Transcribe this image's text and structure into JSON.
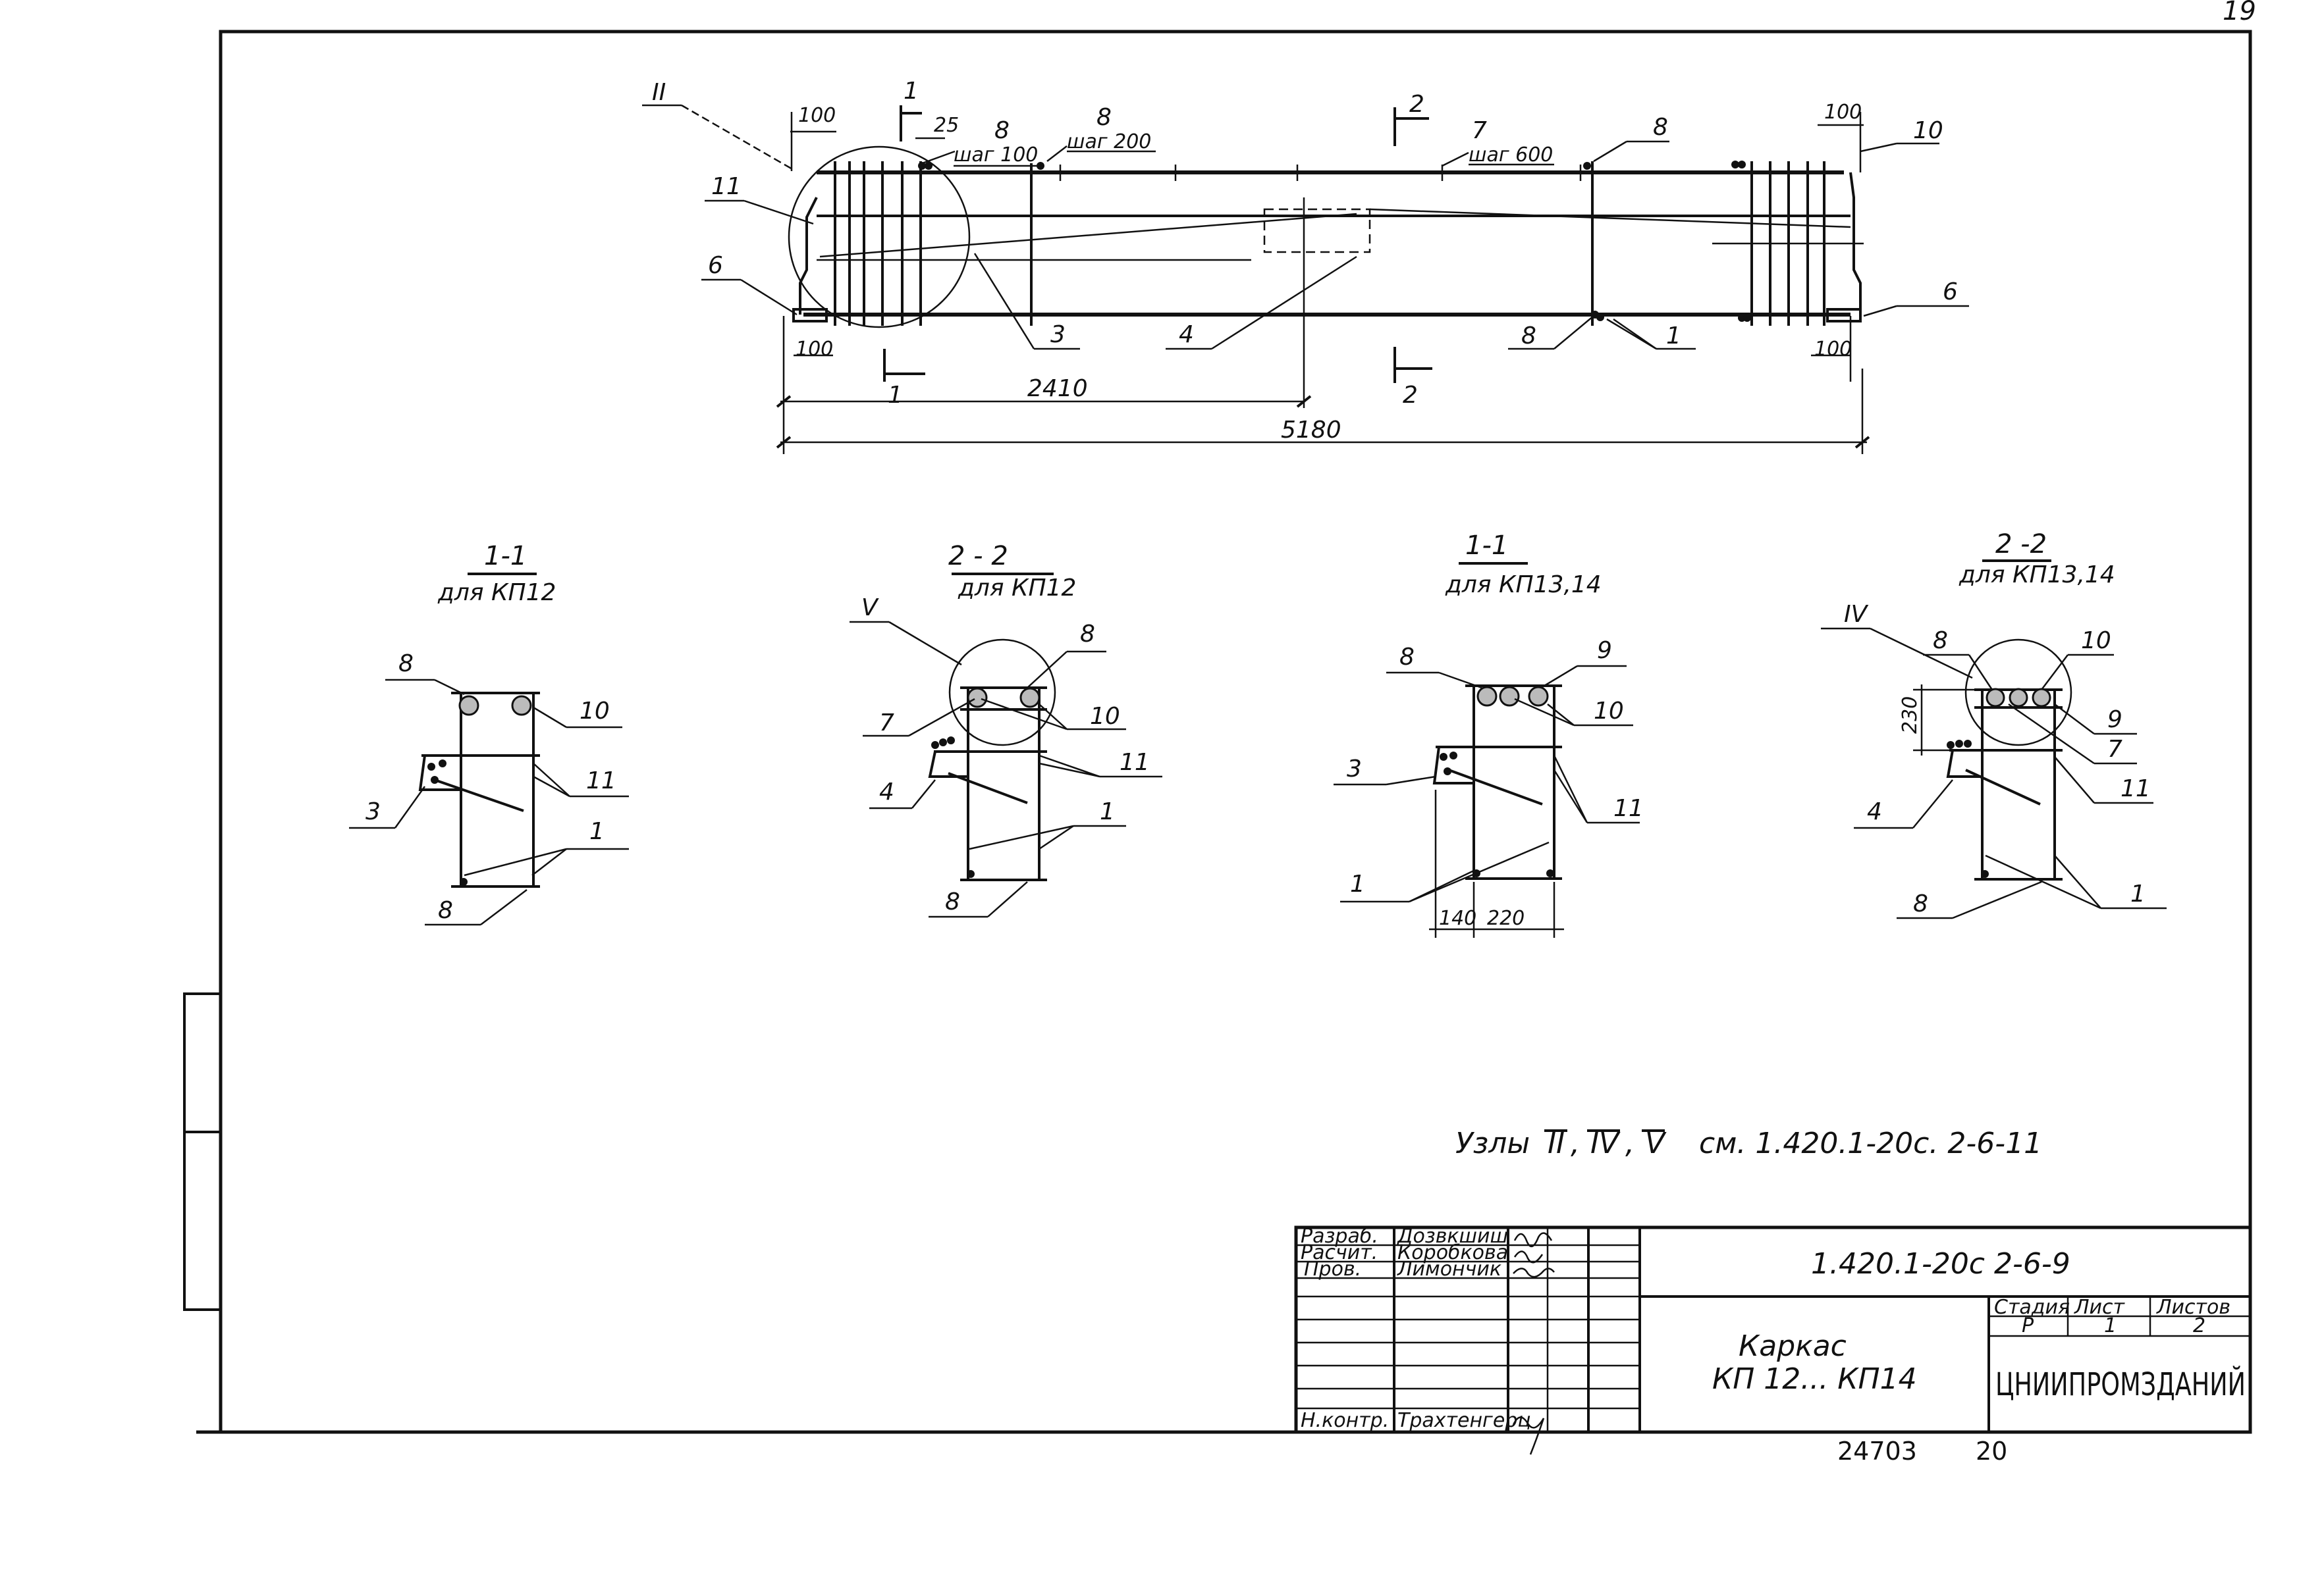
{
  "page_number": "19",
  "main_view": {
    "callouts": {
      "node_ii": "II",
      "c1": "1",
      "c8a": "8",
      "c8b": "8",
      "c7": "7",
      "c8c": "8",
      "c10": "10",
      "c11": "11",
      "c6L": "6",
      "c6R": "6",
      "c3": "3",
      "c4": "4",
      "c8d": "8",
      "c1b": "1"
    },
    "section_marks": {
      "s1_top": "1",
      "s1_bottom": "1",
      "s2_top": "2",
      "s2_bottom": "2"
    },
    "pitch_labels": {
      "p100": "шаг 100",
      "p200": "шаг 200",
      "p600": "шаг 600"
    },
    "dims": {
      "d100_tl": "100",
      "d25": "25",
      "d100_tr": "100",
      "d100_bl": "100",
      "d100_br": "100",
      "d2410": "2410",
      "d5180": "5180"
    }
  },
  "sections": [
    {
      "title": "1-1",
      "subtitle": "для КП12",
      "labels": [
        "8",
        "10",
        "11",
        "3",
        "1",
        "8"
      ]
    },
    {
      "title": "2 - 2",
      "subtitle": "для КП12",
      "node": "V",
      "labels": [
        "8",
        "7",
        "10",
        "11",
        "4",
        "1",
        "8"
      ]
    },
    {
      "title": "1-1",
      "subtitle": "для КП13,14",
      "labels": [
        "8",
        "9",
        "10",
        "3",
        "11",
        "1"
      ],
      "dims": [
        "140",
        "220"
      ]
    },
    {
      "title": "2 -2",
      "subtitle": "для КП13,14",
      "node": "IV",
      "labels": [
        "8",
        "10",
        "9",
        "7",
        "11",
        "4",
        "8",
        "1"
      ],
      "dims": [
        "230"
      ]
    }
  ],
  "note": {
    "prefix": "Узлы",
    "n1": "II",
    "sep1": ",",
    "n2": "IV",
    "sep2": ",",
    "n3": "V",
    "suffix": "см. 1.420.1-20с. 2-6-11"
  },
  "title_block": {
    "code": "1.420.1-20с 2-6-9",
    "rows": [
      {
        "role": "Разраб.",
        "name": "Дозвкшиш"
      },
      {
        "role": "Расчит.",
        "name": "Коробкова"
      },
      {
        "role": "Пров.",
        "name": "Лимончик"
      },
      {
        "role": "",
        "name": ""
      },
      {
        "role": "",
        "name": ""
      },
      {
        "role": "Н.контр.",
        "name": "Трахтенгерц"
      }
    ],
    "title_line1": "Каркас",
    "title_line2": "КП 12... КП14",
    "stage_hdr": "Стадия",
    "sheet_hdr": "Лист",
    "sheets_hdr": "Листов",
    "stage": "Р",
    "sheet": "1",
    "sheets": "2",
    "org": "ЦНИИПРОМЗДАНИЙ"
  },
  "footer": {
    "inv": "24703",
    "num": "20"
  }
}
